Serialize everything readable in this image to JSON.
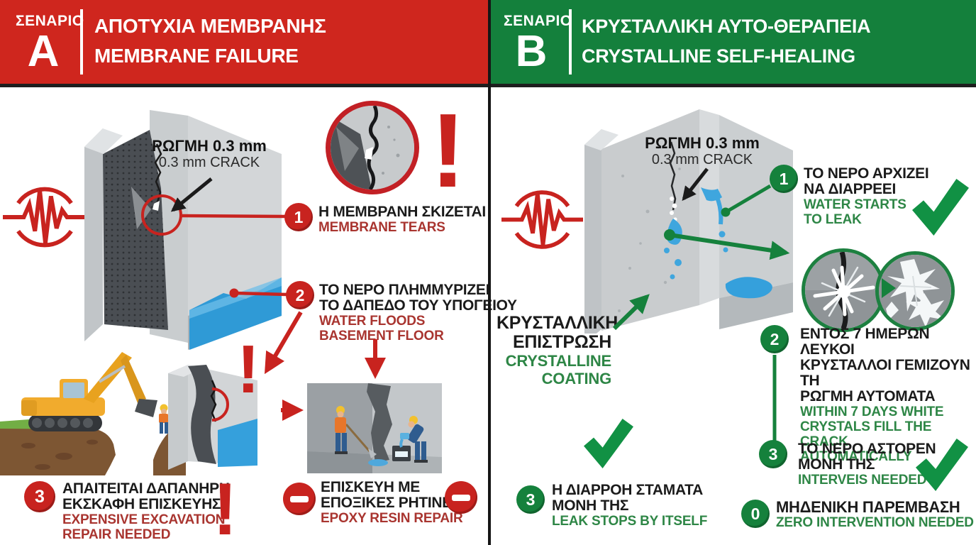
{
  "left": {
    "header": {
      "scenario": "ΣΕΝΑΡΙΟ",
      "letter": "A",
      "title": "ΑΠΟΤΥΧΙΑ ΜΕΜΒΡΑΝΗΣ\nMEMBRANE FAILURE"
    },
    "crack_label": {
      "el": "ΡΩΓΜΗ 0.3 mm",
      "en": "0.3 mm CRACK"
    },
    "exclamation": "!",
    "p1": {
      "num": "1",
      "el": "Η ΜΕΜΒΡΑΝΗ ΣΚΙΖΕΤΑΙ",
      "en": "MEMBRANE TEARS"
    },
    "p2": {
      "num": "2",
      "el": "ΤΟ ΝΕΡΟ ΠΛΗΜΜΥΡΙΖΕΙ\nΤΟ ΔΑΠΕΔΟ ΤΟΥ ΥΠΟΓΕΙΟΥ",
      "en": "WATER FLOODS\nBASEMENT FLOOR"
    },
    "p3": {
      "num": "3",
      "el": "ΑΠΑΙΤΕΙΤΑΙ ΔΑΠΑΝΗΡΗ\nΕΚΣΚΑΦΗ ΕΠΙΣΚΕΥΗΣ",
      "en": "EXPENSIVE EXCAVATION\nREPAIR NEEDED"
    },
    "repair": {
      "el": "ΕΠΙΣΚΕΥΗ ΜΕ\nΕΠΟΞΙΚΕΣ ΡΗΤΙΝΕΣ",
      "en": "EPOXY RESIN REPAIR"
    }
  },
  "right": {
    "header": {
      "scenario": "ΣΕΝΑΡΙΟ",
      "letter": "B",
      "title": "ΚΡΥΣΤΑΛΛΙΚΗ ΑΥΤΟ-ΘΕΡΑΠΕΙΑ\nCRYSTALLINE SELF-HEALING"
    },
    "crack_label": {
      "el": "ΡΩΓΜΗ 0.3 mm",
      "en": "0.3 mm CRACK"
    },
    "coating_label": {
      "el": "ΚΡΥΣΤΑΛΛΙΚΗ\nΕΠΙΣΤΡΩΣΗ",
      "en": "CRYSTALLINE\nCOATING"
    },
    "p1": {
      "num": "1",
      "el": "ΤΟ ΝΕΡΟ ΑΡΧΙΖΕΙ\nΝΑ ΔΙΑΡΡΕΕΙ",
      "en": "WATER STARTS\nTO LEAK"
    },
    "p2": {
      "num": "2",
      "el": "ΕΝΤΟΣ 7 ΗΜΕΡΩΝ ΛΕΥΚΟΙ\nΚΡΥΣΤΑΛΛΟΙ ΓΕΜΙΖΟΥΝ ΤΗ\nΡΩΓΜΗ ΑΥΤΟΜΑΤΑ",
      "en": "WITHIN 7 DAYS WHITE\nCRYSTALS FILL THE CRACK\nAUTOMATICALLY"
    },
    "p3": {
      "num": "3",
      "el": "ΤΟ ΝΕΡΟ ΑΣΤΟΡΕΝ\nΜΟΝΗ ΤΗΣ",
      "en": "INTERVEIS NEEDED"
    },
    "p0": {
      "num": "0",
      "el": "ΜΗΔΕΝΙΚΗ ΠΑΡΕΜΒΑΣΗ",
      "en": "ZERO INTERVENTION NEEDED"
    },
    "leak_stop": {
      "num": "3",
      "el": "Η ΔΙΑΡΡΟΗ ΣΤΑΜΑΤΑ\nΜΟΝΗ ΤΗΣ",
      "en": "LEAK STOPS BY ITSELF"
    }
  },
  "colors": {
    "red": "#C8231F",
    "red_text": "#A93530",
    "green": "#15813C",
    "green_text": "#2E8646"
  }
}
